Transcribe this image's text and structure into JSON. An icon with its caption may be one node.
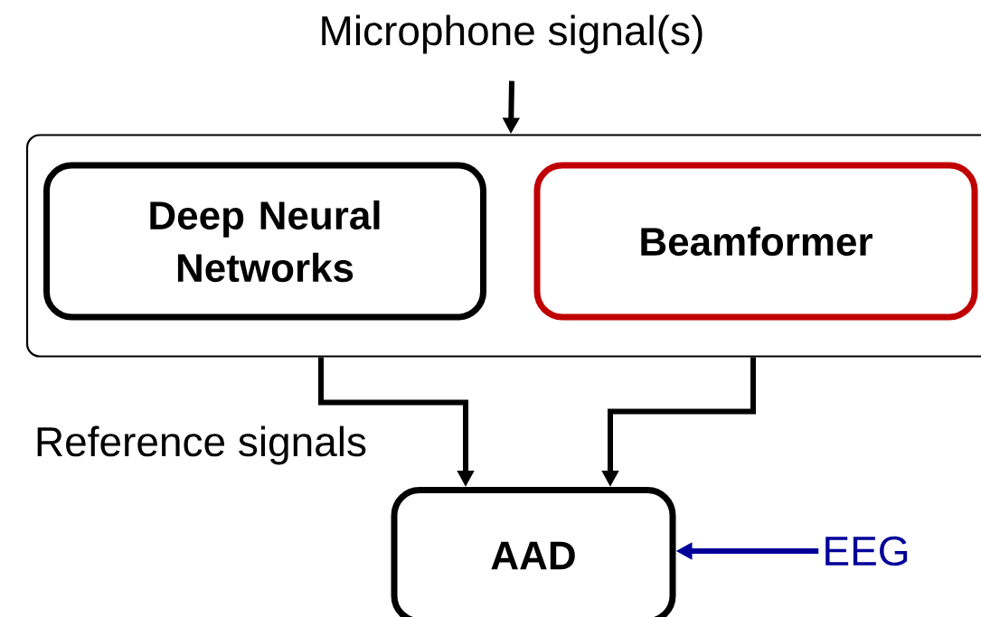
{
  "diagram": {
    "nodes": [
      {
        "text": [
          "Microphone signal(s)"
        ]
      },
      {
        "text": [],
        "shape": "box"
      },
      {
        "text": [
          "Deep Neural Networks"
        ],
        "in": 1
      },
      {
        "text": [
          "Beamformer"
        ],
        "in": 1
      },
      {
        "text": [
          "AAD"
        ]
      },
      {
        "text": [
          "EEG"
        ]
      }
    ],
    "edges": [
      {
        "from": 0,
        "to": 1,
        "arrow": "to"
      },
      {
        "from": 1,
        "to": 4,
        "arrow": "to"
      },
      {
        "from": 1,
        "to": 4,
        "arrow": "to"
      },
      {
        "from": 5,
        "to": 4,
        "arrow": "to",
        "color": "#000099"
      }
    ],
    "labels": [
      "Reference signals"
    ]
  }
}
